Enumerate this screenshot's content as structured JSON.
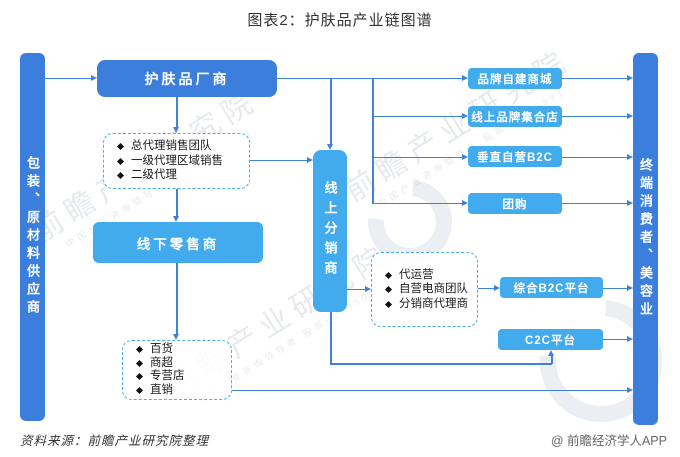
{
  "title": "图表2：护肤品产业链图谱",
  "colors": {
    "primary": "#3b7edc",
    "light": "#41abee",
    "line": "#3f82db",
    "dash": "#4aabef"
  },
  "chain": {
    "supplier_bar": "包装、原材料供应商",
    "manufacturer": "护肤品厂商",
    "agents": [
      "总代理销售团队",
      "一级代理区域销售",
      "二级代理"
    ],
    "offline_retailer": "线下零售商",
    "offline_channels": [
      "百货",
      "商超",
      "专营店",
      "直销"
    ],
    "online_distributor": "线上分销商",
    "ecommerce_ops": [
      "代运营",
      "自营电商团队",
      "分销商代理商"
    ],
    "online_channels": {
      "brand_mall": "品牌自建商城",
      "brand_collection": "线上品牌集合店",
      "vertical_b2c": "垂直自营B2C",
      "group_buying": "团购",
      "b2c_platform": "综合B2C平台",
      "c2c_platform": "C2C平台"
    },
    "consumer_bar": "终端消费者、美容业"
  },
  "watermark": {
    "brand": "前瞻产业研究院",
    "tagline": "中国产业咨询领导者 股票(839599)"
  },
  "footer": {
    "source": "资料来源：前瞻产业研究院整理",
    "credit": "@ 前瞻经济学人APP"
  }
}
